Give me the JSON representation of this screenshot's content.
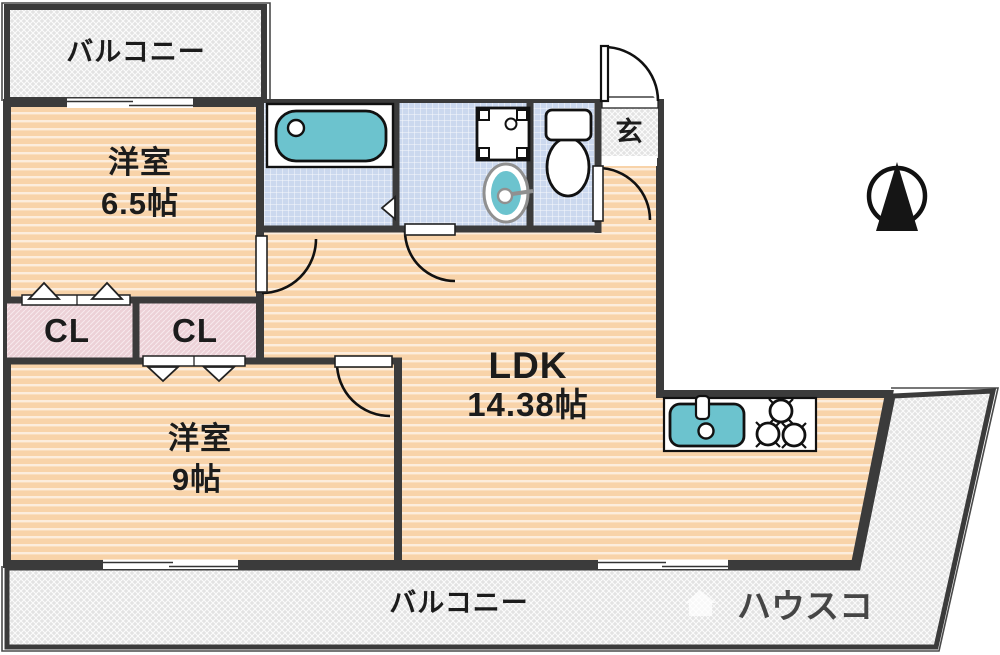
{
  "floorplan": {
    "labels": {
      "balcony_top": "バルコニー",
      "balcony_bottom": "バルコニー",
      "room1_name": "洋室",
      "room1_size": "6.5帖",
      "room2_name": "洋室",
      "room2_size": "9帖",
      "ldk_name": "LDK",
      "ldk_size": "14.38帖",
      "closet1": "CL",
      "closet2": "CL",
      "entrance": "玄"
    },
    "watermark": "ハウスコ",
    "compass": "north-up",
    "colors": {
      "wall_dark": "#3b3b3b",
      "floor_orange": "#f8d3a9",
      "tile_blue": "#cbd8ee",
      "fixture_teal": "#6cc3ce",
      "closet_pink": "#ecd1d7",
      "balcony_gray": "#e4e4e4"
    },
    "icons": {
      "compass": "north-arrow-icon",
      "bathtub": "bathtub-icon",
      "washing_machine": "washing-machine-icon",
      "washbasin": "washbasin-icon",
      "toilet": "toilet-icon",
      "kitchen_sink": "kitchen-sink-icon",
      "stove": "stove-burners-icon",
      "house": "house-icon"
    }
  }
}
